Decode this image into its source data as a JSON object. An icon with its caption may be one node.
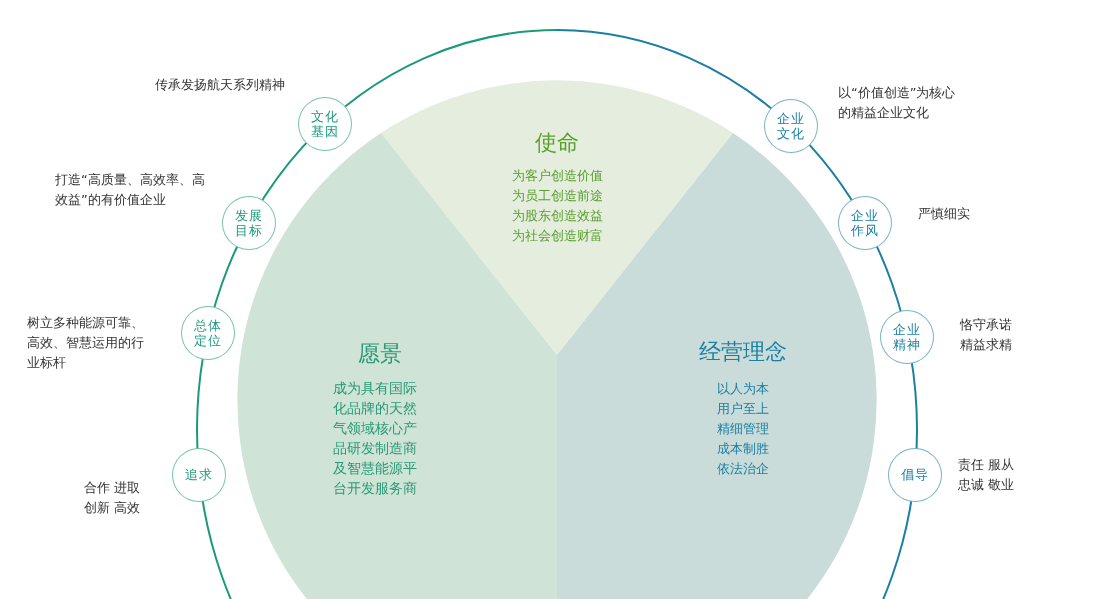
{
  "diagram": {
    "nodes": [
      {
        "text": [
          "文化基因"
        ],
        "beside": [
          "传承发扬航天系列精神"
        ]
      },
      {
        "text": [
          "发展目标"
        ],
        "beside": [
          "打造“高质量、高效率、高效益”的有价值企业"
        ]
      },
      {
        "text": [
          "总体定位"
        ],
        "beside": [
          "树立多种能源可靠、高效、智慧运用的行业标杆"
        ]
      },
      {
        "text": [
          "追求"
        ],
        "beside": [
          "合作 进取",
          "创新 高效"
        ]
      },
      {
        "text": [
          "使命",
          "为客户创造价值",
          "为员工创造前途",
          "为股东创造效益",
          "为社会创造财富"
        ]
      },
      {
        "text": [
          "愿景",
          "成为具有国际化品牌的天然气领域核心产品研发制造商及智慧能源平台开发服务商"
        ]
      },
      {
        "text": [
          "经营理念",
          "以人为本",
          "用户至上",
          "精细管理",
          "成本制胜",
          "依法治企"
        ]
      },
      {
        "text": [
          "企业文化"
        ],
        "beside": [
          "以“价值创造”为核心的精益企业文化"
        ]
      },
      {
        "text": [
          "企业作风"
        ],
        "beside": [
          "严慎细实"
        ]
      },
      {
        "text": [
          "企业精神"
        ],
        "beside": [
          "恪守承诺",
          "精益求精"
        ]
      },
      {
        "text": [
          "倡导"
        ],
        "beside": [
          "责任 服从",
          "忠诚 敬业"
        ]
      }
    ]
  }
}
